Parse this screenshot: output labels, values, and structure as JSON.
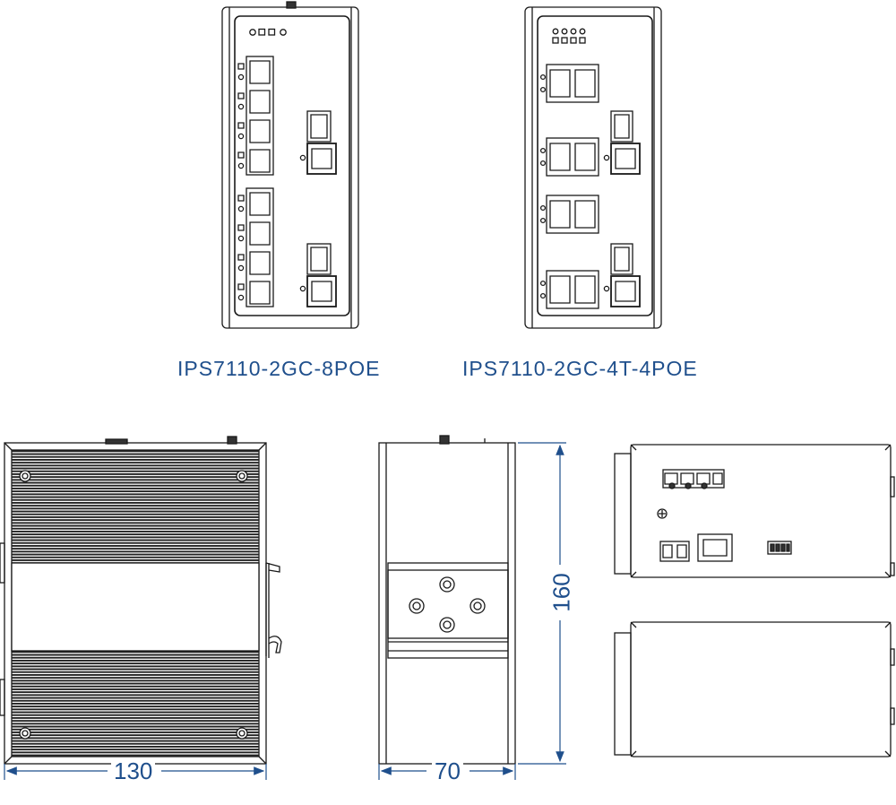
{
  "models": [
    {
      "name": "IPS7110-2GC-8POE"
    },
    {
      "name": "IPS7110-2GC-4T-4POE"
    }
  ],
  "dimensions": {
    "width": "130",
    "depth": "70",
    "height": "160"
  },
  "colors": {
    "line": "#1a1a1a",
    "dimension": "#1f4f8c",
    "panel_fill": "#f5f5f5"
  }
}
